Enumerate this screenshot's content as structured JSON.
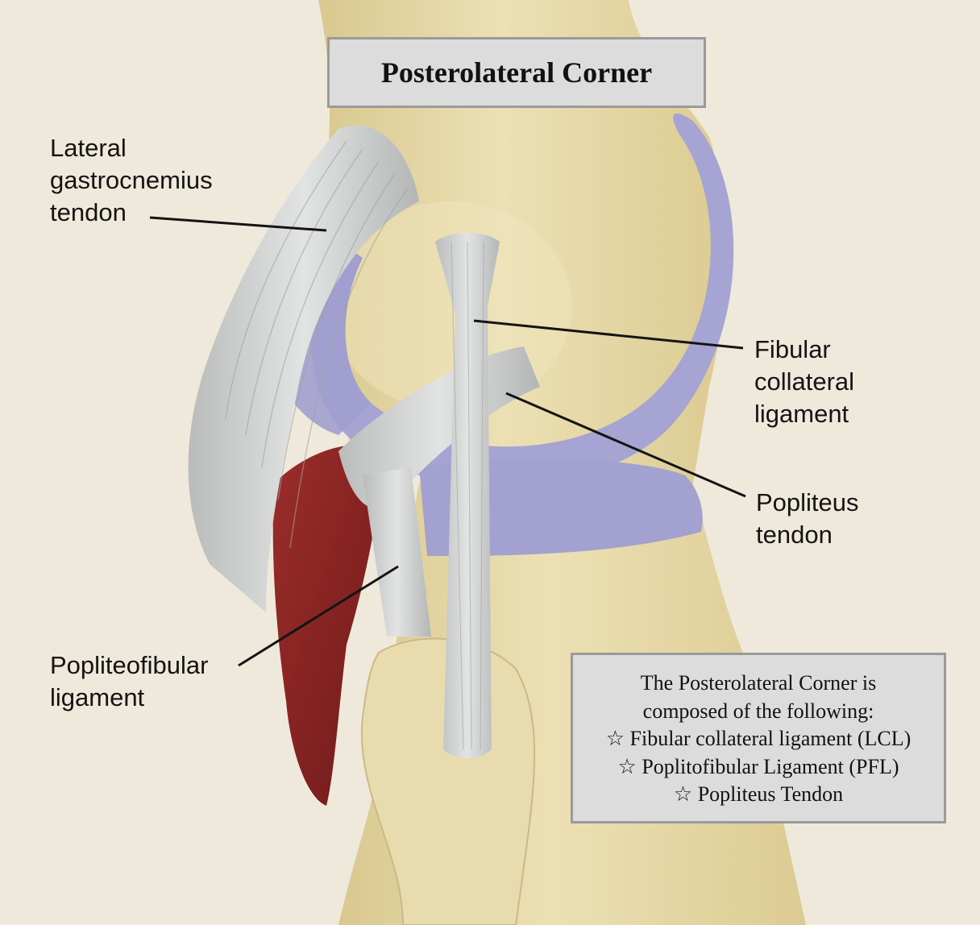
{
  "title": "Posterolateral Corner",
  "labels": {
    "gastrocnemius": [
      "Lateral",
      "gastrocnemius",
      "tendon"
    ],
    "fibular": [
      "Fibular",
      "collateral",
      "ligament"
    ],
    "popliteus": [
      "Popliteus",
      "tendon"
    ],
    "popliteofibular": [
      "Popliteofibular",
      "ligament"
    ]
  },
  "info": {
    "intro": [
      "The Posterolateral Corner is",
      "composed of the following:"
    ],
    "items": [
      "Fibular collateral ligament (LCL)",
      "Poplitofibular Ligament (PFL)",
      "Popliteus Tendon"
    ],
    "bullet": "☆"
  },
  "colors": {
    "background": "#efe9dc",
    "bone": "#e6d8a8",
    "meniscus": "#a6a4d2",
    "ligament": "#c9cccb",
    "muscle": "#8a2424"
  }
}
